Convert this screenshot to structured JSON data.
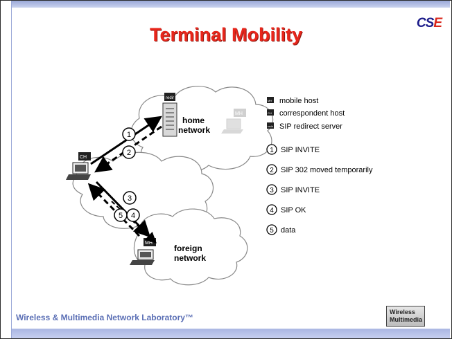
{
  "slide": {
    "title": "Terminal Mobility",
    "logo_text": "CS",
    "logo_accent": "E",
    "footer": "Wireless & Multimedia Network Laboratory™",
    "footer_logo_line1": "Wireless",
    "footer_logo_line2": "Multimedia"
  },
  "diagram": {
    "home_network_label_1": "home",
    "home_network_label_2": "network",
    "foreign_network_label_1": "foreign",
    "foreign_network_label_2": "network",
    "node_redir": "redir",
    "node_mh_home": "MH",
    "node_ch": "CH",
    "node_mh_foreign": "MH",
    "step_numbers": [
      "1",
      "2",
      "3",
      "4",
      "5"
    ]
  },
  "legend": {
    "mobile_host_icon": "MH",
    "mobile_host": "mobile host",
    "correspondent_host_icon": "CH",
    "correspondent_host": "correspondent host",
    "redirect_server_icon": "redir",
    "redirect_server": "SIP redirect server",
    "steps": [
      {
        "num": "1",
        "text": "SIP INVITE"
      },
      {
        "num": "2",
        "text": "SIP 302 moved temporarily"
      },
      {
        "num": "3",
        "text": "SIP INVITE"
      },
      {
        "num": "4",
        "text": "SIP OK"
      },
      {
        "num": "5",
        "text": "data"
      }
    ]
  },
  "colors": {
    "title": "#e8261b",
    "footer_text": "#5b6fb5",
    "bar": "#9aa8d8"
  }
}
